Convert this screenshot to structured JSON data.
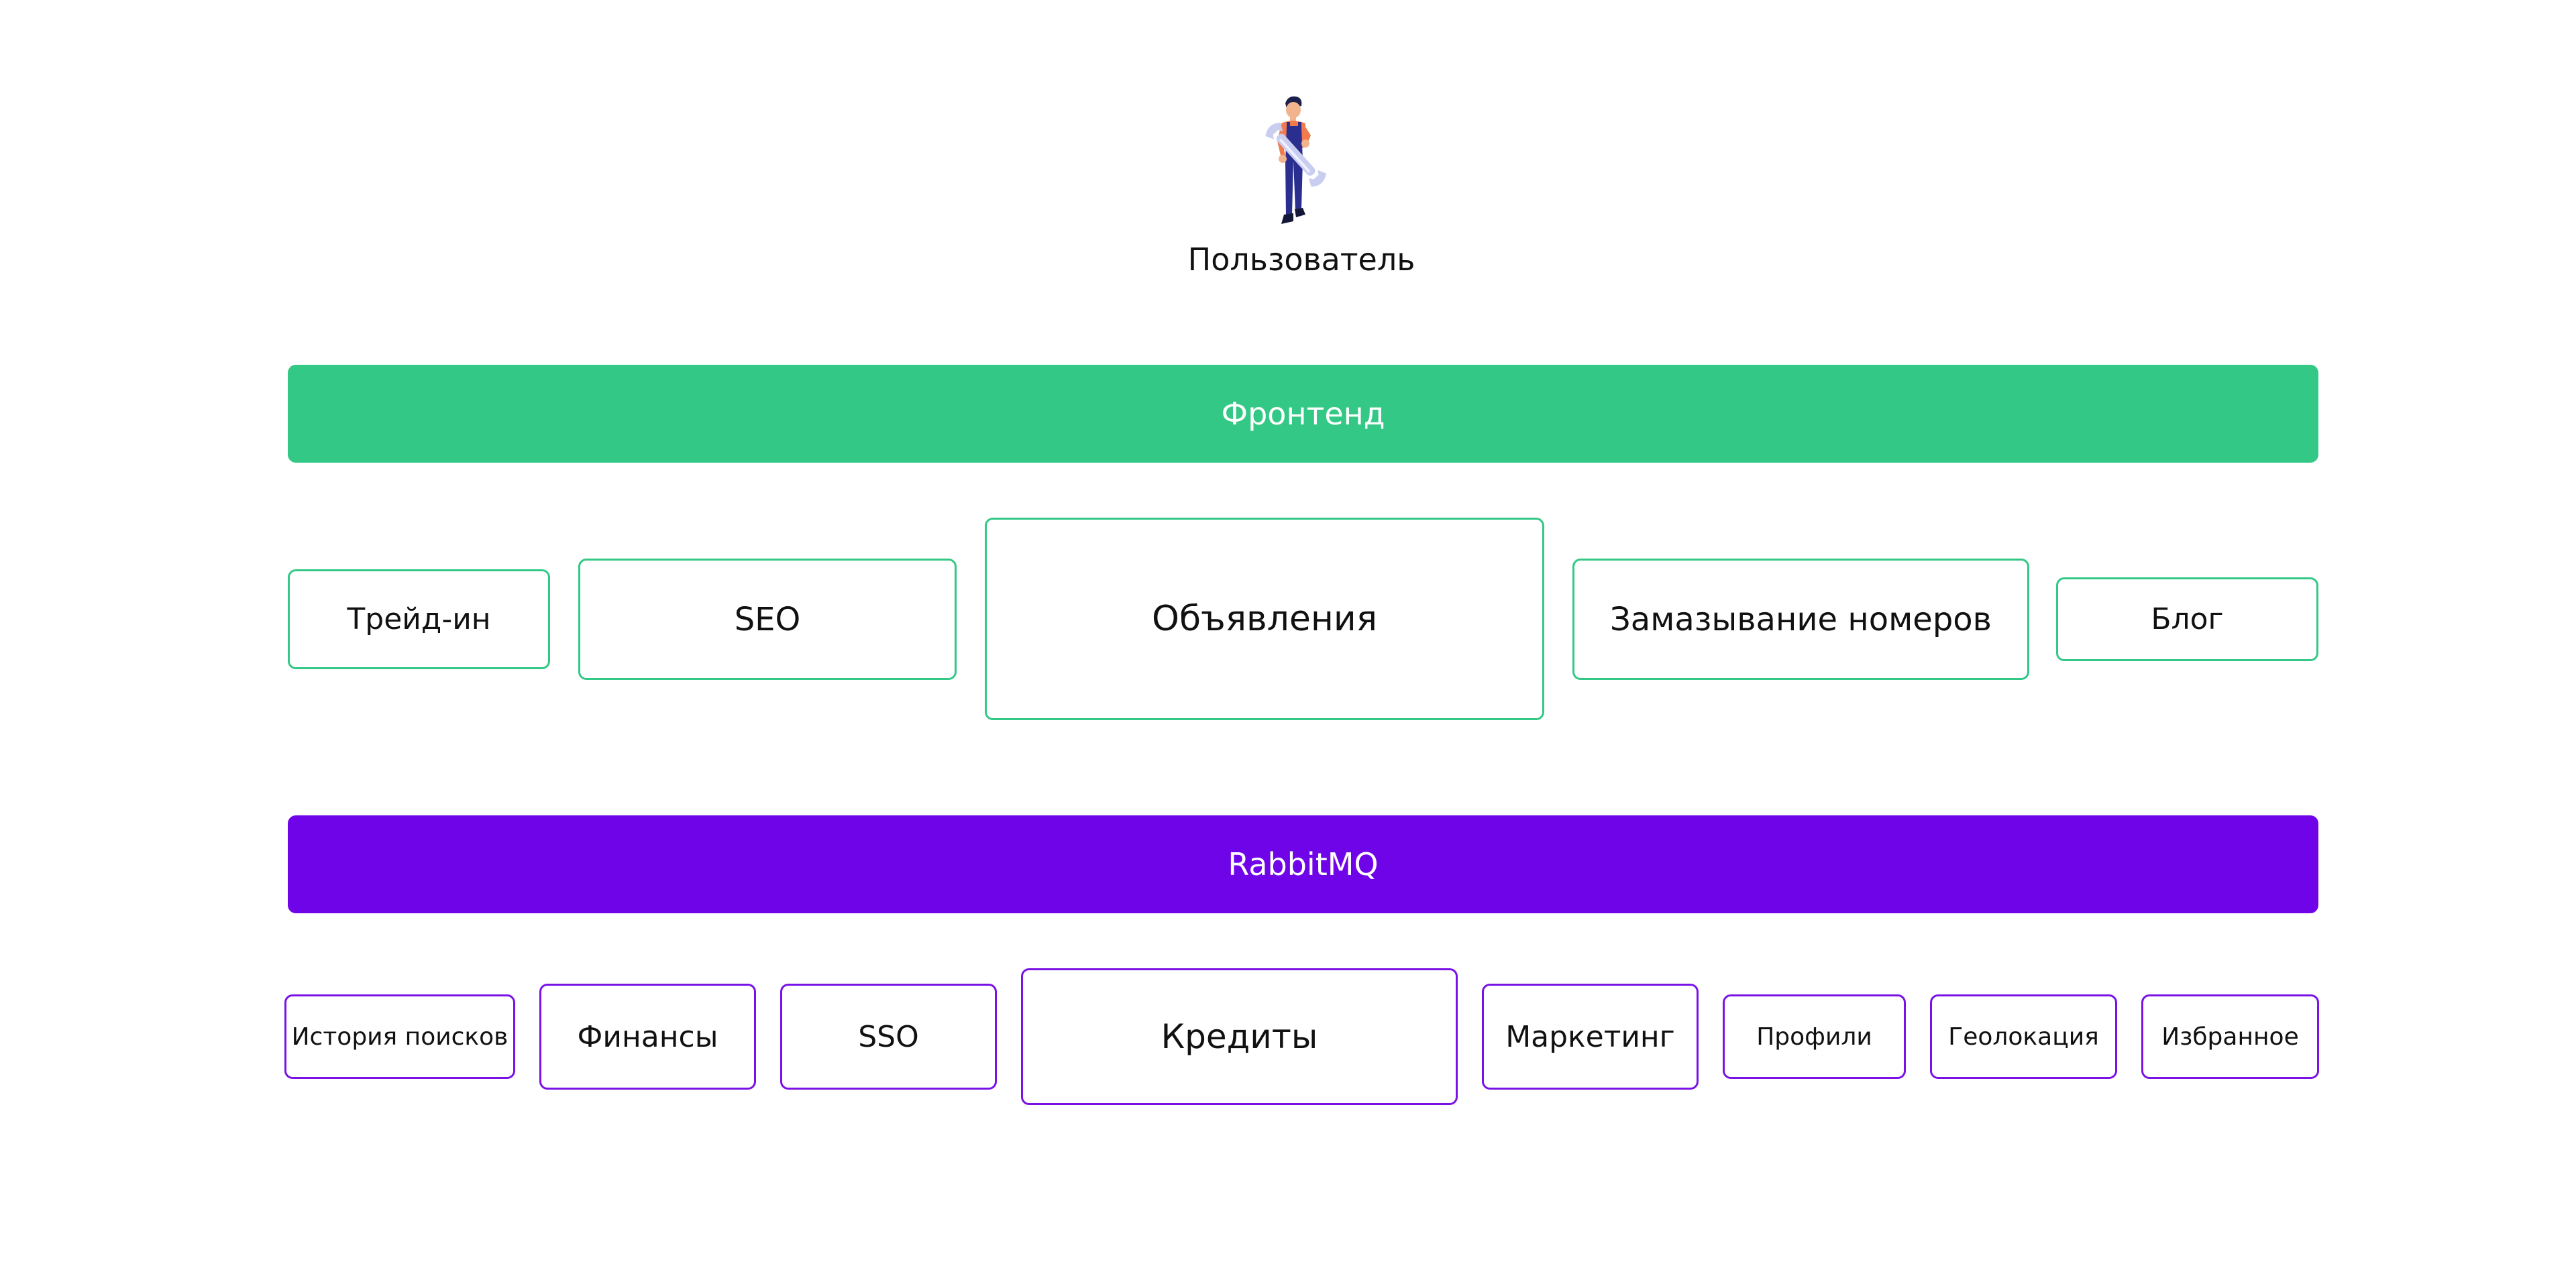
{
  "user": {
    "label": "Пользователь",
    "icon": "worker-with-wrench-icon"
  },
  "frontend": {
    "label": "Фронтенд",
    "color": "#33c885",
    "services": [
      "Трейд-ин",
      "SEO",
      "Объявления",
      "Замазывание номеров",
      "Блог"
    ]
  },
  "queue": {
    "label": "RabbitMQ",
    "color": "#6f04e9",
    "services": [
      "История поисков",
      "Финансы",
      "SSO",
      "Кредиты",
      "Маркетинг",
      "Профили",
      "Геолокация",
      "Избранное"
    ]
  }
}
